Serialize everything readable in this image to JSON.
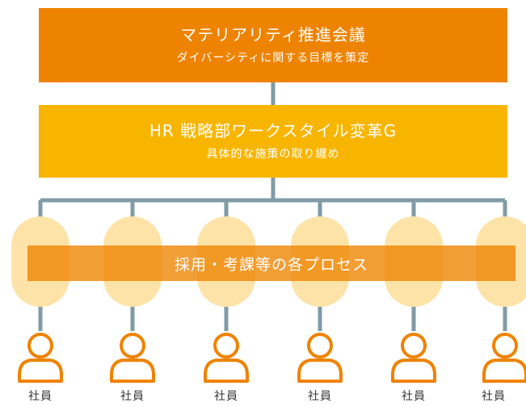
{
  "top_box": {
    "title": "マテリアリティ推進会議",
    "subtitle": "ダイバーシティに関する目標を策定"
  },
  "mid_box": {
    "title": "HR 戦略部ワークスタイル変革G",
    "subtitle": "具体的な施策の取り纏め"
  },
  "process_bar": {
    "label": "採用・考課等の各プロセス"
  },
  "employees": [
    {
      "label": "社員"
    },
    {
      "label": "社員"
    },
    {
      "label": "社員"
    },
    {
      "label": "社員"
    },
    {
      "label": "社員"
    },
    {
      "label": "社員"
    }
  ],
  "colors": {
    "top": "#ee8300",
    "mid": "#f8b500",
    "process": "#ee8300",
    "pill": "#fde3a8",
    "connector": "#7f9ba6",
    "person_icon": "#ee8300"
  },
  "icons": {
    "employee": "person-outline-icon"
  }
}
